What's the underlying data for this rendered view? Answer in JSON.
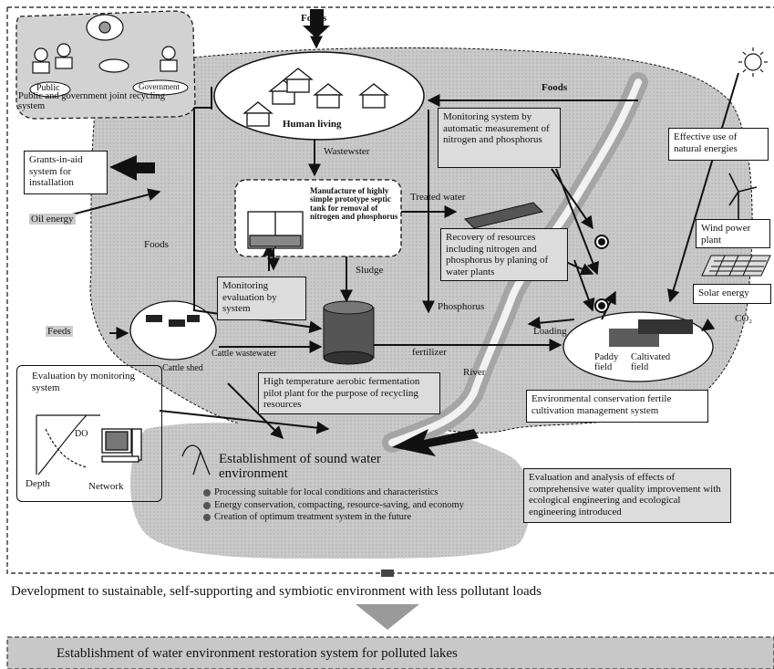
{
  "labels": {
    "foods_top": "Foods",
    "foods_right": "Foods",
    "foods_left": "Foods",
    "public": "Public",
    "government": "Government",
    "joint_recycling": "Public and government joint recycling system",
    "human_living": "Human living",
    "wastewater": "Wastewster",
    "monitoring_auto": "Monitoring system by automatic measurement of nitrogen and phosphorus",
    "effective_use": "Effective use of natural energies",
    "grants": "Grants-in-aid system for installation",
    "oil_energy": "Oil energy",
    "septic_tank": "Manufacture of highly simple prototype septic tank for removal of nitrogen and phosphorus",
    "treated_water": "Treated water",
    "recovery": "Recovery of resources including nitrogen and phosphorus by planing of water plants",
    "wind_power": "Wind power plant",
    "solar_energy": "Solar energy",
    "sludge": "Sludge",
    "monitoring_eval": "Monitoring evaluation by system",
    "phosphorus": "Phosphorus",
    "feeds": "Feeds",
    "loading": "Loading",
    "co2": "CO₂",
    "cattle_wastewater": "Cattle wastewater",
    "fertilizer": "fertilizer",
    "cattle_shed": "Cattle shed",
    "paddy_field": "Paddy field",
    "cultivated_field": "Caltivated field",
    "river": "River",
    "high_temp": "High temperature aerobic fermentation pilot plant for the purpose of recycling resources",
    "env_conservation": "Environmental conservation fertile cultivation management system",
    "eval_monitoring": "Evaluation by monitoring system",
    "do": "DO",
    "depth": "Depth",
    "network": "Network",
    "establishment_sound": "Establishment of sound water environment",
    "bullet_1": "Processing suitable for local conditions and characteristics",
    "bullet_2": "Energy conservation, compacting, resource-saving, and economy",
    "bullet_3": "Creation of optimum treatment system in the future",
    "eval_analysis": "Evaluation and analysis of effects of comprehensive water quality improvement with ecological engineering and ecological engineering introduced",
    "development": "Development to sustainable, self-supporting and symbiotic environment with less pollutant loads",
    "establishment_restoration": "Establishment of water environment restoration system for polluted lakes"
  }
}
